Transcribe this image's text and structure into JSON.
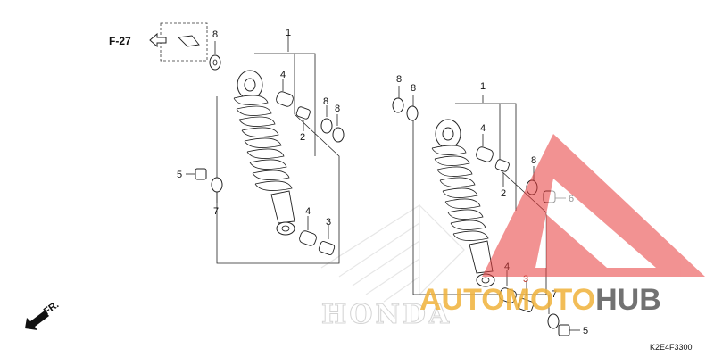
{
  "ref_arrow": {
    "label": "F-27",
    "icon": "outline-arrow-left-icon"
  },
  "direction_arrow": {
    "label": "FR.",
    "icon": "filled-arrow-down-left-icon"
  },
  "diagram_code": "K2E4F3300",
  "watermark": {
    "part1": "AUTO",
    "part2": "MOTO",
    "part3": "HUB",
    "colors": {
      "auto": "#f0b23a",
      "moto": "#f0b23a",
      "hub": "#5a5a5a",
      "triangle": "#e83a3a"
    }
  },
  "honda_watermark": "HONDA",
  "callouts": {
    "left": {
      "shock": "1",
      "collar_top": "2",
      "collar_bottom": "3",
      "bush_top": "4",
      "bush_bottom": "4",
      "nut": "5",
      "washer_nut": "7",
      "washer_a": "8",
      "washer_b": "8",
      "washer_c": "8"
    },
    "right": {
      "shock": "1",
      "collar_top": "2",
      "collar_bottom": "3",
      "bush_top": "4",
      "bush_bottom": "4",
      "nut_low": "5",
      "nut_mid": "6",
      "washer_nut": "7",
      "washer_a": "8",
      "washer_b": "8",
      "washer_c": "8"
    }
  }
}
